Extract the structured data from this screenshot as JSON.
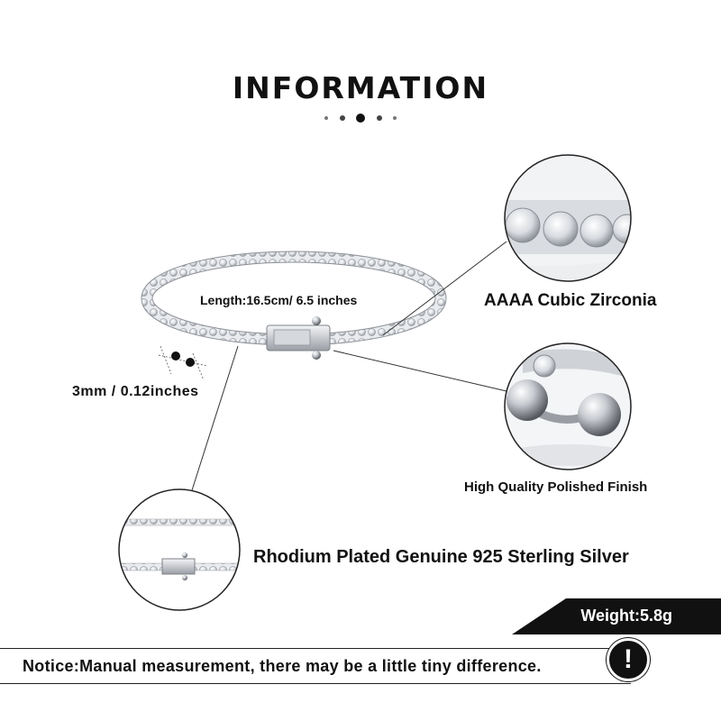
{
  "header": {
    "title": "INFORMATION"
  },
  "specs": {
    "length": "Length:16.5cm/ 6.5 inches",
    "width": "3mm / 0.12inches",
    "stone": "AAAA Cubic Zirconia",
    "finish": "High Quality Polished Finish",
    "material": "Rhodium Plated Genuine 925 Sterling Silver",
    "weight": "Weight:5.8g"
  },
  "notice": {
    "text": "Notice:Manual measurement, there may be a little tiny difference.",
    "icon_glyph": "!"
  },
  "colors": {
    "text": "#111111",
    "banner": "#111111",
    "silver": "#c9ccd1"
  }
}
